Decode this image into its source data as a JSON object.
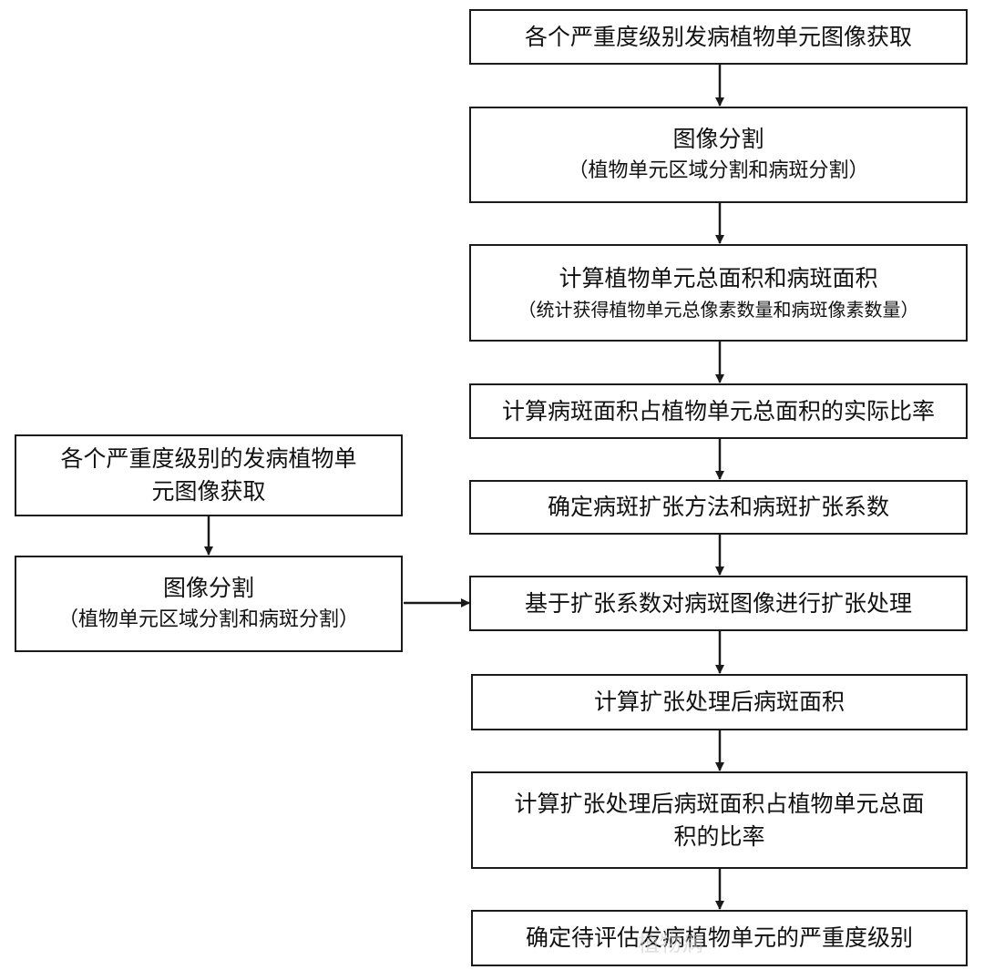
{
  "right_flow": {
    "step1": "各个严重度级别发病植物单元图像获取",
    "step2_title": "图像分割",
    "step2_sub": "（植物单元区域分割和病斑分割）",
    "step3_title": "计算植物单元总面积和病斑面积",
    "step3_sub": "（统计获得植物单元总像素数量和病斑像素数量）",
    "step4": "计算病斑面积占植物单元总面积的实际比率",
    "step5": "确定病斑扩张方法和病斑扩张系数",
    "step6": "基于扩张系数对病斑图像进行扩张处理",
    "step7": "计算扩张处理后病斑面积",
    "step8_line1": "计算扩张处理后病斑面积占植物单元总面",
    "step8_line2": "积的比率",
    "step9": "确定待评估发病植物单元的严重度级别"
  },
  "left_flow": {
    "step1_line1": "各个严重度级别的发病植物单",
    "step1_line2": "元图像获取",
    "step2_title": "图像分割",
    "step2_sub": "（植物单元区域分割和病斑分割）"
  },
  "watermark": "植物病"
}
